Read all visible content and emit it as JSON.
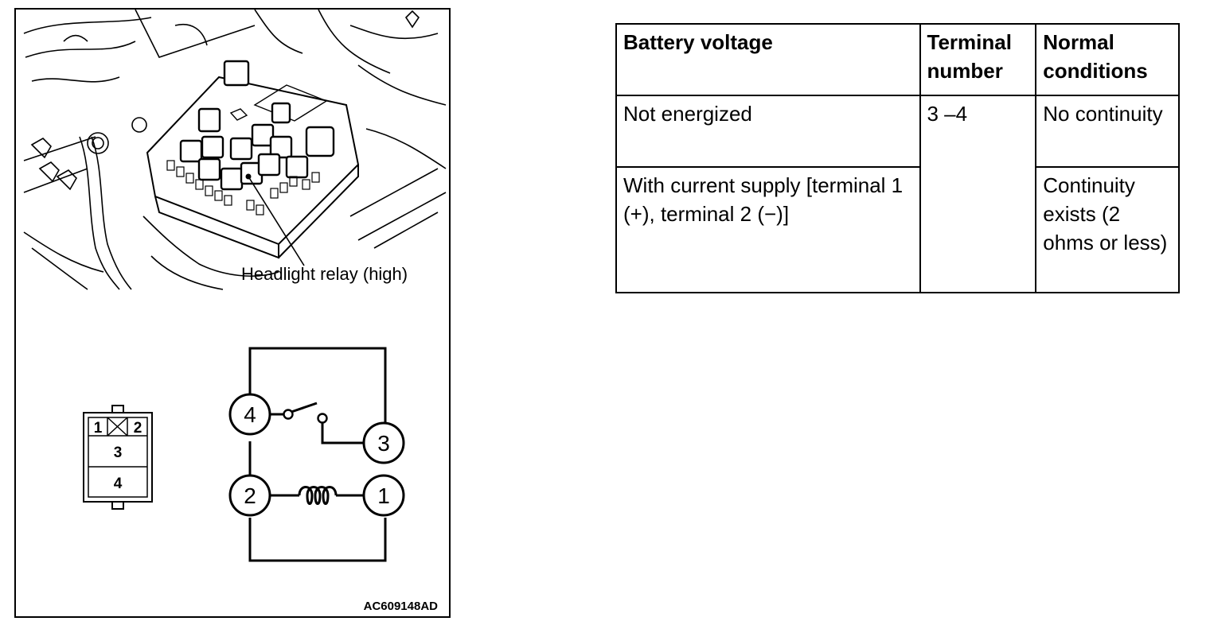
{
  "figure": {
    "callout_label": "Headlight relay (high)",
    "figure_id": "AC609148AD",
    "connector": {
      "pins": [
        "1",
        "2",
        "3",
        "4"
      ]
    },
    "schematic": {
      "terminals": [
        "4",
        "3",
        "2",
        "1"
      ]
    }
  },
  "table": {
    "headers": [
      "Battery voltage",
      "Terminal number",
      "Normal conditions"
    ],
    "rows": [
      {
        "battery_voltage": "Not energized",
        "terminal": "3 –4",
        "condition": "No continuity"
      },
      {
        "battery_voltage": "With current supply [terminal 1 (+), terminal 2 (−)]",
        "condition": "Continuity exists (2 ohms or less)"
      }
    ]
  }
}
